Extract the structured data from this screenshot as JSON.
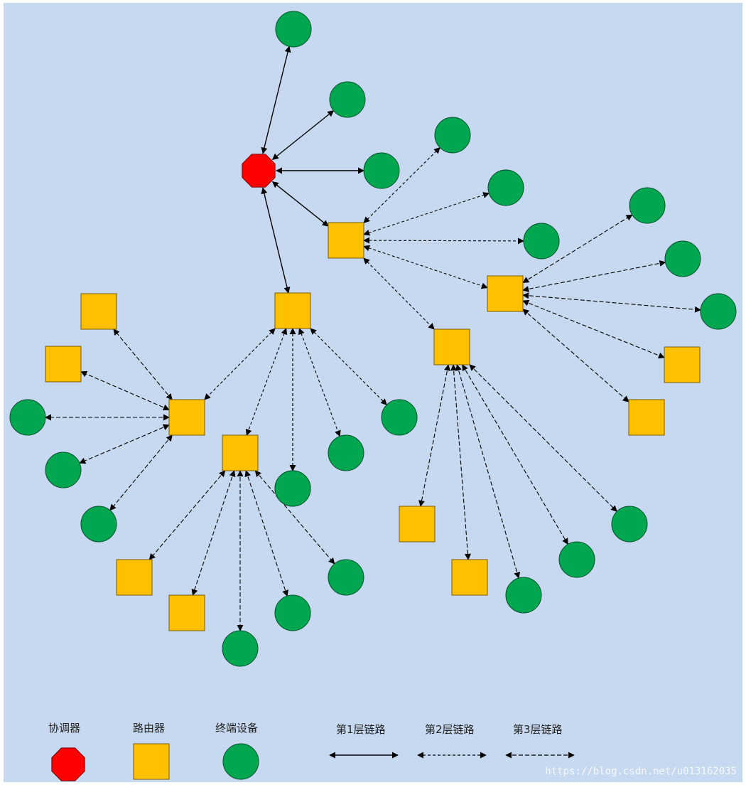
{
  "colors": {
    "background": "#c6d9f0",
    "coordinator": "#ff0000",
    "router": "#ffc000",
    "end_device": "#00a650",
    "edge": "#000000"
  },
  "legend": {
    "coordinator_label": "协调器",
    "router_label": "路由器",
    "end_device_label": "终端设备",
    "link1_label": "第1层链路",
    "link2_label": "第2层链路",
    "link3_label": "第3层链路"
  },
  "watermark": "https://blog.csdn.net/u013162035",
  "nodes": [
    {
      "id": "C",
      "type": "coordinator"
    },
    {
      "id": "E1",
      "type": "end_device"
    },
    {
      "id": "E2",
      "type": "end_device"
    },
    {
      "id": "E3",
      "type": "end_device"
    },
    {
      "id": "RA",
      "type": "router"
    },
    {
      "id": "RB",
      "type": "router"
    },
    {
      "id": "E4",
      "type": "end_device"
    },
    {
      "id": "E5",
      "type": "end_device"
    },
    {
      "id": "E6",
      "type": "end_device"
    },
    {
      "id": "RC",
      "type": "router"
    },
    {
      "id": "RD",
      "type": "router"
    },
    {
      "id": "E7",
      "type": "end_device"
    },
    {
      "id": "E8",
      "type": "end_device"
    },
    {
      "id": "E9",
      "type": "end_device"
    },
    {
      "id": "R10",
      "type": "router"
    },
    {
      "id": "R11",
      "type": "router"
    },
    {
      "id": "R12",
      "type": "router"
    },
    {
      "id": "R13",
      "type": "router"
    },
    {
      "id": "E14",
      "type": "end_device"
    },
    {
      "id": "E15",
      "type": "end_device"
    },
    {
      "id": "E16",
      "type": "end_device"
    },
    {
      "id": "RE",
      "type": "router"
    },
    {
      "id": "RF",
      "type": "router"
    },
    {
      "id": "E17",
      "type": "end_device"
    },
    {
      "id": "E18",
      "type": "end_device"
    },
    {
      "id": "E19",
      "type": "end_device"
    },
    {
      "id": "E20",
      "type": "end_device"
    },
    {
      "id": "R21",
      "type": "router"
    },
    {
      "id": "R22",
      "type": "router"
    },
    {
      "id": "E23",
      "type": "end_device"
    },
    {
      "id": "E24",
      "type": "end_device"
    },
    {
      "id": "E25",
      "type": "end_device"
    },
    {
      "id": "R26",
      "type": "router"
    },
    {
      "id": "R27",
      "type": "router"
    },
    {
      "id": "E28",
      "type": "end_device"
    },
    {
      "id": "E29",
      "type": "end_device"
    },
    {
      "id": "E30",
      "type": "end_device"
    }
  ],
  "edges": [
    {
      "from": "C",
      "to": "E1",
      "layer": 1
    },
    {
      "from": "C",
      "to": "E2",
      "layer": 1
    },
    {
      "from": "C",
      "to": "E3",
      "layer": 1
    },
    {
      "from": "C",
      "to": "RA",
      "layer": 1
    },
    {
      "from": "C",
      "to": "RB",
      "layer": 1
    },
    {
      "from": "RA",
      "to": "E4",
      "layer": 2
    },
    {
      "from": "RA",
      "to": "E5",
      "layer": 2
    },
    {
      "from": "RA",
      "to": "E6",
      "layer": 2
    },
    {
      "from": "RA",
      "to": "RC",
      "layer": 2
    },
    {
      "from": "RA",
      "to": "RD",
      "layer": 2
    },
    {
      "from": "RC",
      "to": "E7",
      "layer": 3
    },
    {
      "from": "RC",
      "to": "E8",
      "layer": 3
    },
    {
      "from": "RC",
      "to": "E9",
      "layer": 3
    },
    {
      "from": "RC",
      "to": "R10",
      "layer": 3
    },
    {
      "from": "RC",
      "to": "R11",
      "layer": 3
    },
    {
      "from": "RD",
      "to": "R12",
      "layer": 3
    },
    {
      "from": "RD",
      "to": "R13",
      "layer": 3
    },
    {
      "from": "RD",
      "to": "E14",
      "layer": 3
    },
    {
      "from": "RD",
      "to": "E15",
      "layer": 3
    },
    {
      "from": "RD",
      "to": "E16",
      "layer": 3
    },
    {
      "from": "RB",
      "to": "RE",
      "layer": 2
    },
    {
      "from": "RB",
      "to": "RF",
      "layer": 2
    },
    {
      "from": "RB",
      "to": "E17",
      "layer": 2
    },
    {
      "from": "RB",
      "to": "E18",
      "layer": 2
    },
    {
      "from": "RB",
      "to": "E19",
      "layer": 2
    },
    {
      "from": "RB",
      "to": "E20",
      "layer": 2
    },
    {
      "from": "RE",
      "to": "R21",
      "layer": 3
    },
    {
      "from": "RE",
      "to": "R22",
      "layer": 3
    },
    {
      "from": "RE",
      "to": "E23",
      "layer": 3
    },
    {
      "from": "RE",
      "to": "E24",
      "layer": 3
    },
    {
      "from": "RE",
      "to": "E25",
      "layer": 3
    },
    {
      "from": "RF",
      "to": "R26",
      "layer": 3
    },
    {
      "from": "RF",
      "to": "R27",
      "layer": 3
    },
    {
      "from": "RF",
      "to": "E28",
      "layer": 3
    },
    {
      "from": "RF",
      "to": "E29",
      "layer": 3
    },
    {
      "from": "RF",
      "to": "E30",
      "layer": 3
    }
  ]
}
